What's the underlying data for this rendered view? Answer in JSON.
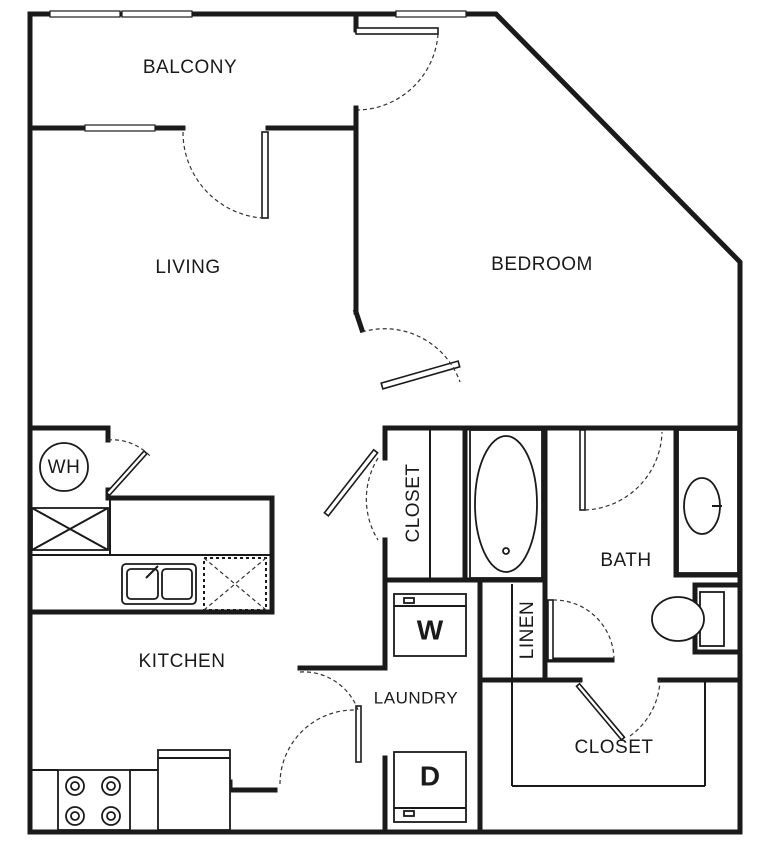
{
  "rooms": {
    "balcony": "BALCONY",
    "living": "LIVING",
    "bedroom": "BEDROOM",
    "kitchen": "KITCHEN",
    "laundry": "LAUNDRY",
    "bath": "BATH",
    "closet_bedroom": "CLOSET",
    "closet_bath": "CLOSET",
    "linen": "LINEN"
  },
  "appliances": {
    "water_heater": "WH",
    "washer": "W",
    "dryer": "D"
  }
}
